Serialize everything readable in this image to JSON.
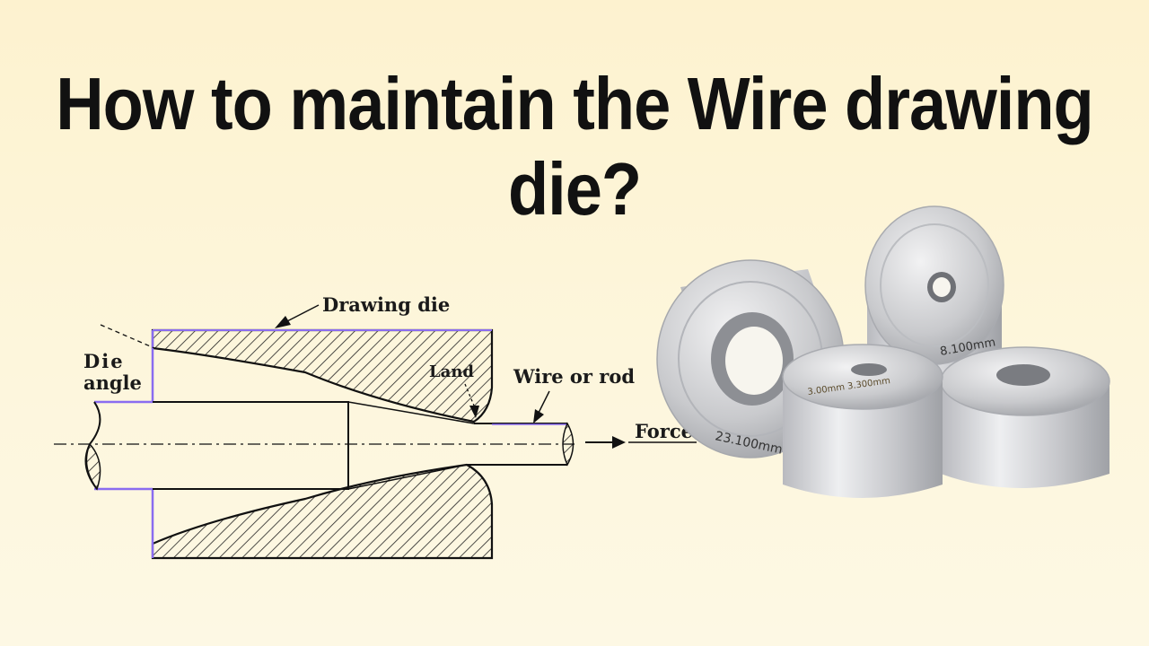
{
  "title": "How to maintain the Wire drawing die?",
  "diagram": {
    "labels": {
      "drawing_die": "Drawing die",
      "die_angle_1": "Die",
      "die_angle_2": "angle",
      "land": "Land",
      "wire_or_rod": "Wire or rod",
      "force": "Force"
    },
    "colors": {
      "outline": "#111111",
      "accent": "#8a6cf0"
    }
  },
  "photo": {
    "die_markings": [
      "23.100mm",
      "8.100mm",
      "3.00mm 3.300mm"
    ]
  }
}
